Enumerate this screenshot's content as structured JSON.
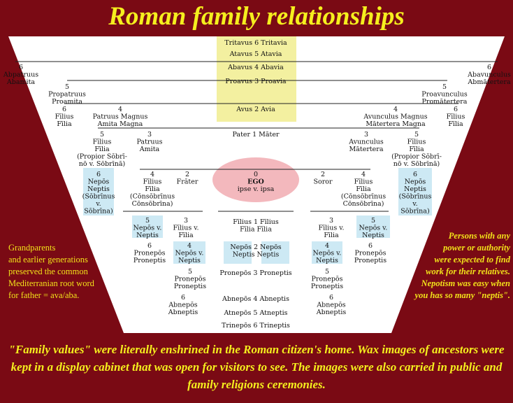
{
  "title": "Roman family relationships",
  "colors": {
    "background": "#7a0a14",
    "accent_text": "#f5ef1e",
    "panel": "#ffffff",
    "ancestors_band": "#f3f0a0",
    "ego_highlight": "#f3b8bd",
    "nepos_cells": "#cde9f4"
  },
  "nodes": [
    {
      "id": "tritavus",
      "lines": [
        "Tritavus 6 Tritavia"
      ]
    },
    {
      "id": "atavus",
      "lines": [
        "Atavus 5 Atavia"
      ]
    },
    {
      "id": "abavus",
      "lines": [
        "Abavus 4 Abavia"
      ]
    },
    {
      "id": "proavus",
      "lines": [
        "Proavus 3 Proavia"
      ]
    },
    {
      "id": "avus",
      "lines": [
        "Avus 2 Avia"
      ]
    },
    {
      "id": "pater",
      "lines": [
        "Pater 1 Māter"
      ]
    },
    {
      "id": "abpatruus",
      "lines": [
        "6",
        "Abpatruus",
        "Abamita"
      ]
    },
    {
      "id": "abavunculus",
      "lines": [
        "6",
        "Abavunculus",
        "Abmātertera"
      ]
    },
    {
      "id": "propatruus",
      "lines": [
        "5",
        "Propatruus",
        "Proamita"
      ]
    },
    {
      "id": "proavunculus",
      "lines": [
        "5",
        "Proavunculus",
        "Promātertera"
      ]
    },
    {
      "id": "filius6-left",
      "lines": [
        "6",
        "Fīlius",
        "Fīlia"
      ]
    },
    {
      "id": "patruus-magnus",
      "lines": [
        "4",
        "Patruus Magnus",
        "Amita Magna"
      ]
    },
    {
      "id": "avunculus-magnus",
      "lines": [
        "4",
        "Avunculus Magnus",
        "Mātertera Magna"
      ]
    },
    {
      "id": "filius6-right",
      "lines": [
        "6",
        "Fīlius",
        "Fīlia"
      ]
    },
    {
      "id": "filius5-left",
      "lines": [
        "5",
        "Fīlius",
        "Fīlia",
        "(Propior Sōbrī-",
        "nō v. Sōbrīnā)"
      ]
    },
    {
      "id": "patruus",
      "lines": [
        "3",
        "Patruus",
        "Amita"
      ]
    },
    {
      "id": "avunculus",
      "lines": [
        "3",
        "Avunculus",
        "Mātertera"
      ]
    },
    {
      "id": "filius5-right",
      "lines": [
        "5",
        "Fīlius",
        "Fīlia",
        "(Propior Sōbrī-",
        "nō v. Sōbrīnā)"
      ]
    },
    {
      "id": "nepos6-left",
      "lines": [
        "6",
        "Nepōs",
        "Neptis",
        "(Sōbrīnus",
        "v.",
        "Sōbrīna)"
      ]
    },
    {
      "id": "filius4-left",
      "lines": [
        "4",
        "Fīlius",
        "Fīlia",
        "(Cōnsōbrīnus",
        "Cōnsōbrīna)"
      ]
    },
    {
      "id": "frater",
      "lines": [
        "2",
        "Frāter"
      ]
    },
    {
      "id": "ego",
      "lines": [
        "0",
        "EGO",
        "ipse v. ipsa"
      ]
    },
    {
      "id": "soror",
      "lines": [
        "2",
        "Soror"
      ]
    },
    {
      "id": "filius4-right",
      "lines": [
        "4",
        "Fīlius",
        "Fīlia",
        "(Cōnsōbrīnus",
        "Cōnsōbrīna)"
      ]
    },
    {
      "id": "nepos6-right",
      "lines": [
        "6",
        "Nepōs",
        "Neptis",
        "(Sōbrīnus",
        "v.",
        "Sōbrīna)"
      ]
    },
    {
      "id": "nepos5-a",
      "lines": [
        "5",
        "Nepōs v.",
        "Neptis"
      ]
    },
    {
      "id": "filius3-a",
      "lines": [
        "3",
        "Fīlius v.",
        "Fīlia"
      ]
    },
    {
      "id": "filius1",
      "lines": [
        "Fīlius 1 Fīlius",
        "Fīlia Fīlia"
      ]
    },
    {
      "id": "filius3-b",
      "lines": [
        "3",
        "Fīlius v.",
        "Fīlia"
      ]
    },
    {
      "id": "nepos5-b",
      "lines": [
        "5",
        "Nepōs v.",
        "Neptis"
      ]
    },
    {
      "id": "pronepos6-a",
      "lines": [
        "6",
        "Pronepōs",
        "Proneptis"
      ]
    },
    {
      "id": "nepos4-a",
      "lines": [
        "4",
        "Nepōs v.",
        "Neptis"
      ]
    },
    {
      "id": "nepos2",
      "lines": [
        "Nepōs 2 Nepōs",
        "Neptis Neptis"
      ]
    },
    {
      "id": "nepos4-b",
      "lines": [
        "4",
        "Nepōs v.",
        "Neptis"
      ]
    },
    {
      "id": "pronepos6-b",
      "lines": [
        "6",
        "Pronepōs",
        "Proneptis"
      ]
    },
    {
      "id": "pronepos5-a",
      "lines": [
        "5",
        "Pronepōs",
        "Proneptis"
      ]
    },
    {
      "id": "pronepos3",
      "lines": [
        "Pronepōs 3 Proneptis"
      ]
    },
    {
      "id": "pronepos5-b",
      "lines": [
        "5",
        "Pronepōs",
        "Proneptis"
      ]
    },
    {
      "id": "abnepos6-a",
      "lines": [
        "6",
        "Abnepōs",
        "Abneptis"
      ]
    },
    {
      "id": "abnepos4",
      "lines": [
        "Abnepōs 4 Abneptis"
      ]
    },
    {
      "id": "abnepos6-b",
      "lines": [
        "6",
        "Abnepōs",
        "Abneptis"
      ]
    },
    {
      "id": "atnepos5",
      "lines": [
        "Atnepōs 5 Atneptis"
      ]
    },
    {
      "id": "trinepos6",
      "lines": [
        "Trinepōs 6 Trineptis"
      ]
    }
  ],
  "note_left": [
    "Grandparents",
    "and earlier generations",
    "preserved the common",
    "Mediterranian root word",
    "for father = ava/aba."
  ],
  "note_right": [
    "Persons with any",
    "power or authority",
    "were expected to find",
    "work for their relatives.",
    "Nepotism was easy when",
    "you has so many \"neptis\"."
  ],
  "bottom_text": "\"Family values\" were literally enshrined in the Roman citizen's home.  Wax images of ancestors were kept in a display cabinet that was open for visitors to see.  The images were also carried in public and family religions ceremonies."
}
